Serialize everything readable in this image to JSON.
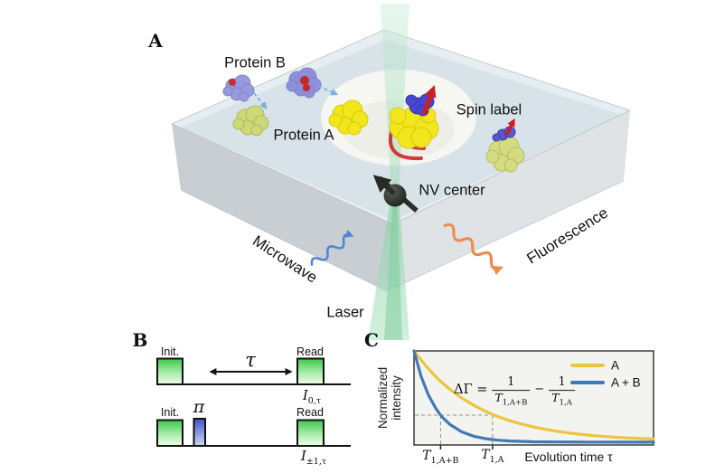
{
  "panel_a": {
    "label": "A",
    "labels": {
      "protein_b": "Protein B",
      "protein_a": "Protein A",
      "spin_label": "Spin label",
      "nv_center": "NV center",
      "microwave": "Microwave",
      "laser": "Laser",
      "fluorescence": "Fluorescence"
    },
    "colors": {
      "slab_top": "#d8e3e9",
      "slab_left_face": "#c9ced2",
      "slab_right_face": "#dfe3e5",
      "recess": "#f7f7f3",
      "laser_beam_green": "#8fd7ab",
      "protein_a_bound": "#f2e61d",
      "protein_a_free": "#cdd87a",
      "protein_b": "#9698dc",
      "spin_label_blue": "#4848d4",
      "spin_arrow_red": "#cc1f1f",
      "microwave_arrow": "#4f86d8",
      "fluorescence_arrow": "#ee8c4e",
      "nv_marker": "#22271f"
    }
  },
  "panel_b": {
    "label": "B",
    "row1": {
      "init": "Init.",
      "tau": "τ",
      "read": "Read",
      "signal_base": "I",
      "signal_sub": "0,τ"
    },
    "row2": {
      "init": "Init.",
      "pi": "π",
      "read": "Read",
      "signal_base": "I",
      "signal_sub": "±1,τ"
    },
    "pulse_colors": {
      "green_top": "#3fc74c",
      "green_bottom": "#eefbea",
      "blue_top": "#4452c6",
      "blue_bottom": "#ccd6f4"
    }
  },
  "panel_c": {
    "label": "C"
  },
  "chart_data": {
    "type": "line",
    "title": "",
    "ylabel_lines": [
      "Normalized",
      "intensity"
    ],
    "xlabel": "Evolution time τ",
    "grid": false,
    "legend_position": "top-right",
    "axis_range": {
      "x": [
        0,
        1
      ],
      "y": [
        0,
        1
      ]
    },
    "x_tick_labels": [
      {
        "base": "T",
        "sub": "1,A+B",
        "pos": 0.111
      },
      {
        "base": "T",
        "sub": "1,A",
        "pos": 0.328
      }
    ],
    "guides": {
      "level": 0.317,
      "x_positions": [
        0.111,
        0.328
      ]
    },
    "formula": {
      "lhs": "ΔΓ",
      "eq": "=",
      "frac1_num": "1",
      "frac1_den_base": "T",
      "frac1_den_sub": "1,A+B",
      "minus": "−",
      "frac2_num": "1",
      "frac2_den_base": "T",
      "frac2_den_sub": "1,A"
    },
    "legend": [
      {
        "label": "A",
        "color": "#ebc53f"
      },
      {
        "label": "A + B",
        "color": "#4179b5"
      }
    ],
    "series": [
      {
        "name": "A",
        "color": "#ebc53f",
        "model": "exponential decay, time constant T1,A",
        "points": [
          [
            0,
            1.0
          ],
          [
            0.05,
            0.838
          ],
          [
            0.1,
            0.702
          ],
          [
            0.15,
            0.591
          ],
          [
            0.2,
            0.498
          ],
          [
            0.25,
            0.42
          ],
          [
            0.3,
            0.356
          ],
          [
            0.328,
            0.325
          ],
          [
            0.35,
            0.302
          ],
          [
            0.4,
            0.258
          ],
          [
            0.45,
            0.221
          ],
          [
            0.5,
            0.191
          ],
          [
            0.55,
            0.165
          ],
          [
            0.6,
            0.144
          ],
          [
            0.65,
            0.126
          ],
          [
            0.7,
            0.112
          ],
          [
            0.75,
            0.0995
          ],
          [
            0.8,
            0.0894
          ],
          [
            0.85,
            0.0811
          ],
          [
            0.9,
            0.0742
          ],
          [
            0.95,
            0.0684
          ],
          [
            1.0,
            0.0636
          ]
        ]
      },
      {
        "name": "A + B",
        "color": "#4179b5",
        "model": "faster exponential decay, time constant T1,A+B",
        "points": [
          [
            0,
            1.0
          ],
          [
            0.03,
            0.728
          ],
          [
            0.06,
            0.532
          ],
          [
            0.09,
            0.392
          ],
          [
            0.111,
            0.317
          ],
          [
            0.12,
            0.29
          ],
          [
            0.15,
            0.217
          ],
          [
            0.2,
            0.138
          ],
          [
            0.25,
            0.0926
          ],
          [
            0.3,
            0.0661
          ],
          [
            0.35,
            0.0509
          ],
          [
            0.4,
            0.0421
          ],
          [
            0.5,
            0.034
          ],
          [
            0.6,
            0.0315
          ],
          [
            0.7,
            0.0305
          ],
          [
            0.85,
            0.0301
          ],
          [
            1.0,
            0.03
          ]
        ]
      }
    ]
  }
}
